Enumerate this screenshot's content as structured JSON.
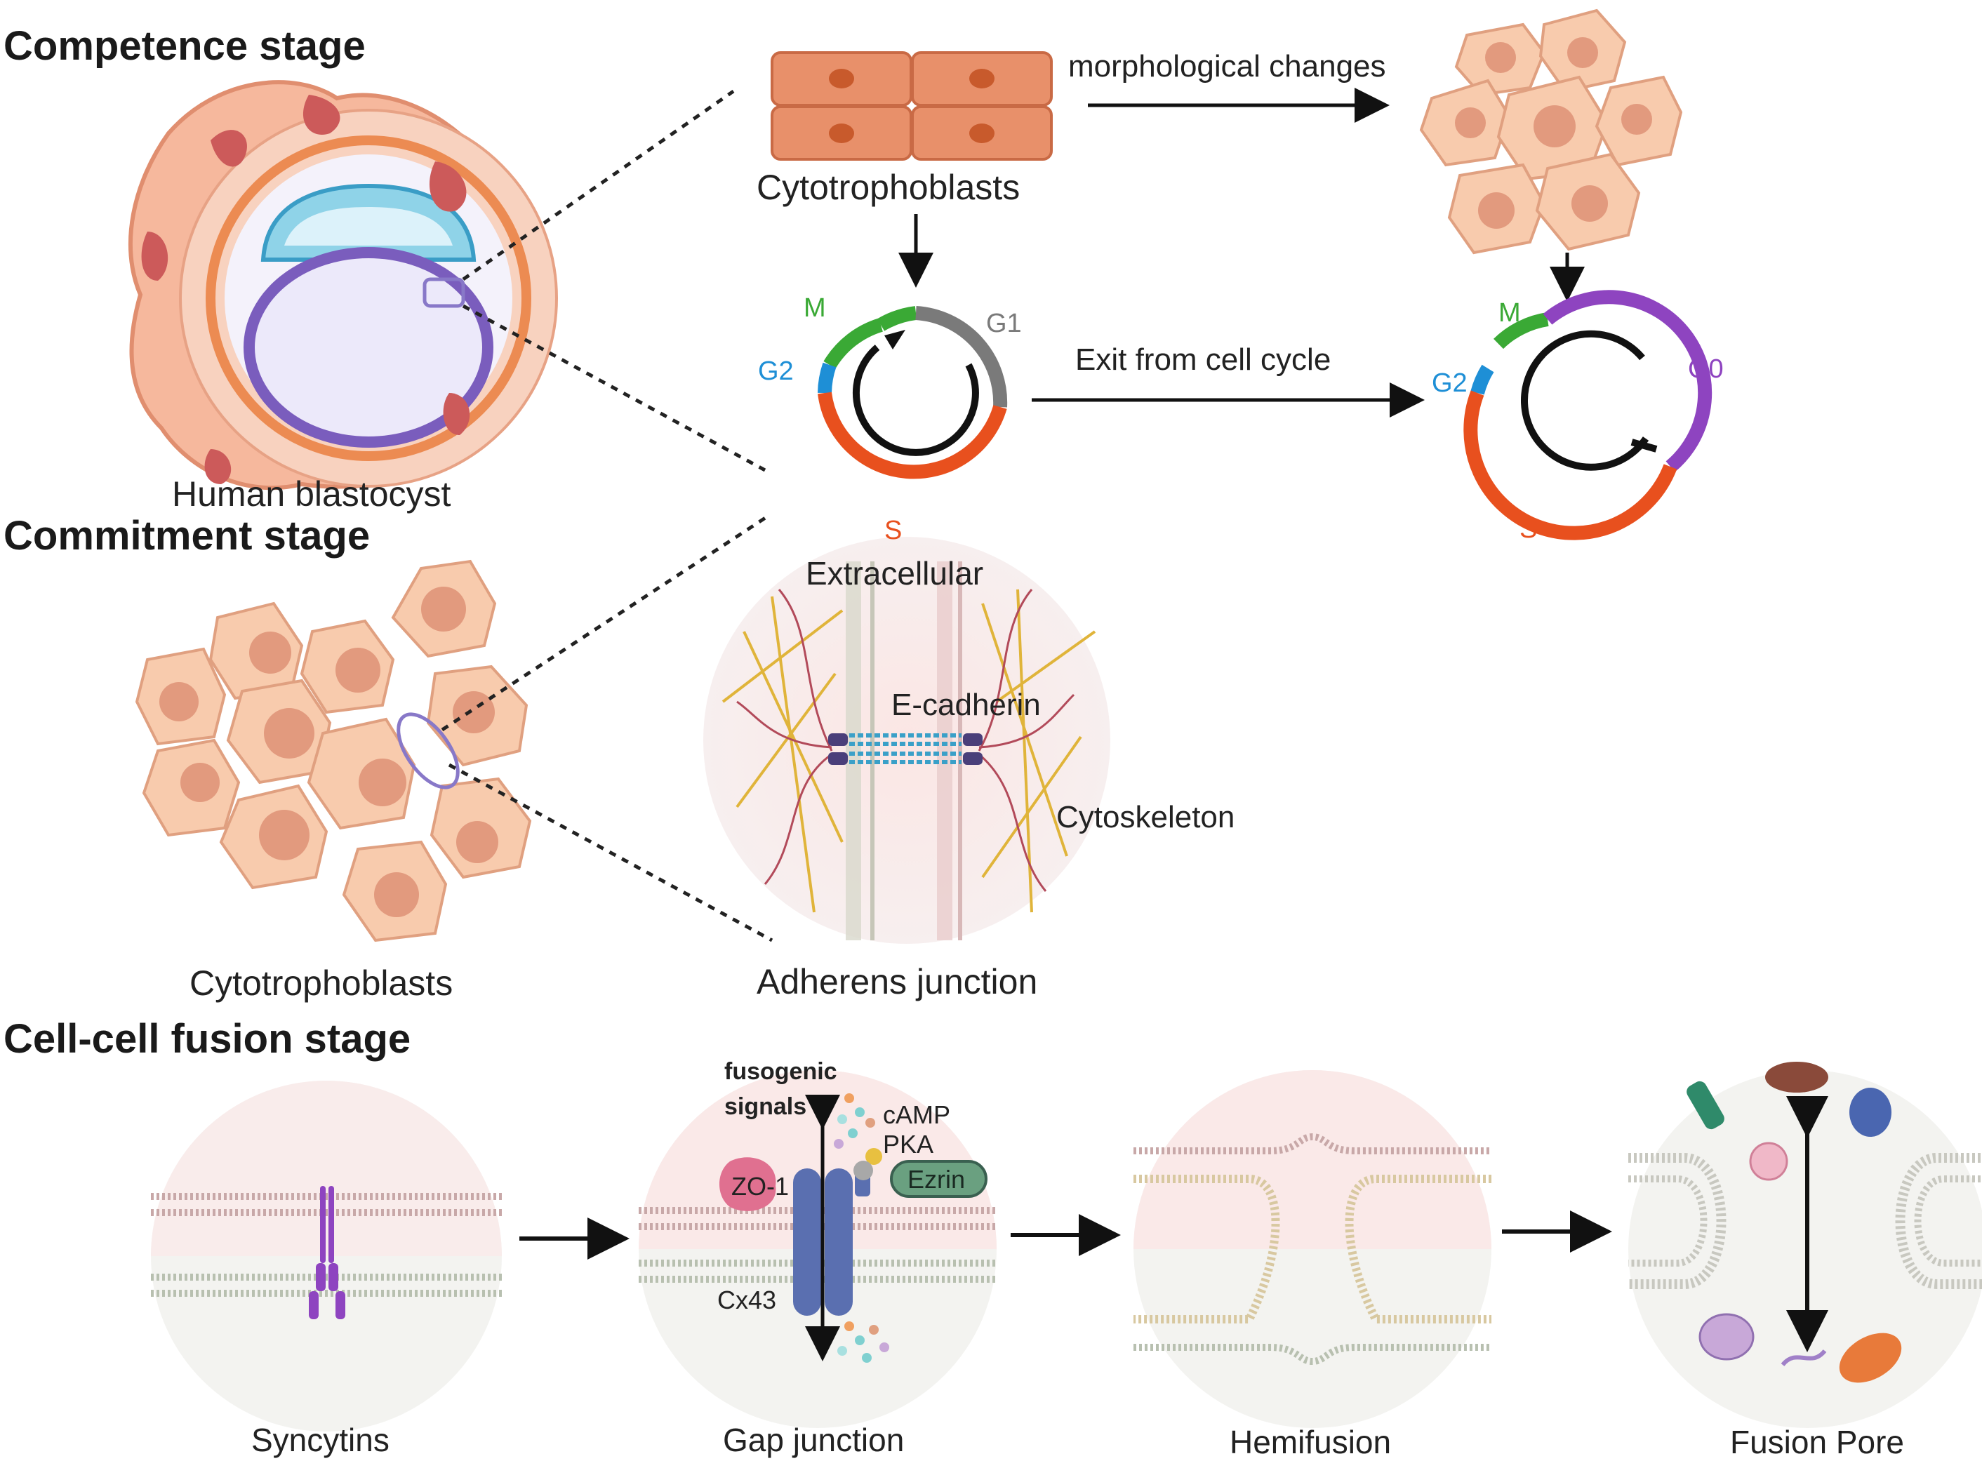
{
  "stages": {
    "competence": "Competence stage",
    "commitment": "Commitment stage",
    "fusion": "Cell-cell fusion stage"
  },
  "labels": {
    "blastocyst": "Human blastocyst",
    "cytotrophoblasts_top": "Cytotrophoblasts",
    "morphological": "morphological changes",
    "exit_cycle": "Exit from cell cycle",
    "extracellular": "Extracellular",
    "ecadherin": "E-cadherin",
    "cytoskeleton": "Cytoskeleton",
    "adherens": "Adherens junction",
    "cytotrophoblasts_mid": "Cytotrophoblasts"
  },
  "cycle_left": {
    "M": "M",
    "G1": "G1",
    "G2": "G2",
    "S": "S"
  },
  "cycle_right": {
    "M": "M",
    "G0": "G0",
    "G2": "G2",
    "S": "S"
  },
  "fusion": {
    "fusogenic1": "fusogenic",
    "fusogenic2": "signals",
    "camp": "cAMP",
    "pka": "PKA",
    "zo1": "ZO-1",
    "ezrin": "Ezrin",
    "cx43": "Cx43",
    "captions": [
      "Syncytins",
      "Gap  junction",
      "Hemifusion",
      "Fusion Pore"
    ]
  },
  "colors": {
    "cell_fill": "#f8cbad",
    "cell_stroke": "#e0a080",
    "nucleus": "#e29a7e",
    "cyto_orange": "#e8906a",
    "phase_M": "#3aa935",
    "phase_G1": "#7a7a7a",
    "phase_G2": "#1e8fd6",
    "phase_S": "#e8501e",
    "phase_G0": "#8e44c0"
  }
}
